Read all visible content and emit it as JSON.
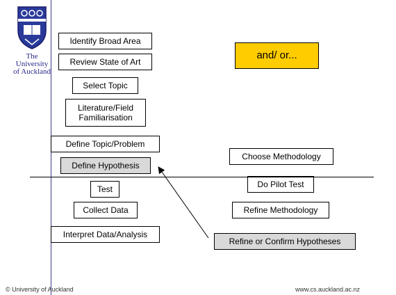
{
  "university": {
    "line1": "The",
    "line2": "University",
    "line3": "of Auckland"
  },
  "left_steps": [
    "Identify Broad Area",
    "Review State of Art",
    "Select Topic",
    "Literature/Field Familiarisation",
    "Define Topic/Problem",
    "Define Hypothesis",
    "Test",
    "Collect Data",
    "Interpret Data/Analysis"
  ],
  "andor_label": "and/ or...",
  "right_steps": [
    "Choose Methodology",
    "Do Pilot Test",
    "Refine Methodology",
    "Refine or Confirm Hypotheses"
  ],
  "footer": {
    "left": "© University of Auckland",
    "right": "www.cs.auckland.ac.nz"
  },
  "colors": {
    "accent": "#ffcc00",
    "shaded": "#d9d9d9",
    "crest_blue": "#2a3a9a"
  }
}
